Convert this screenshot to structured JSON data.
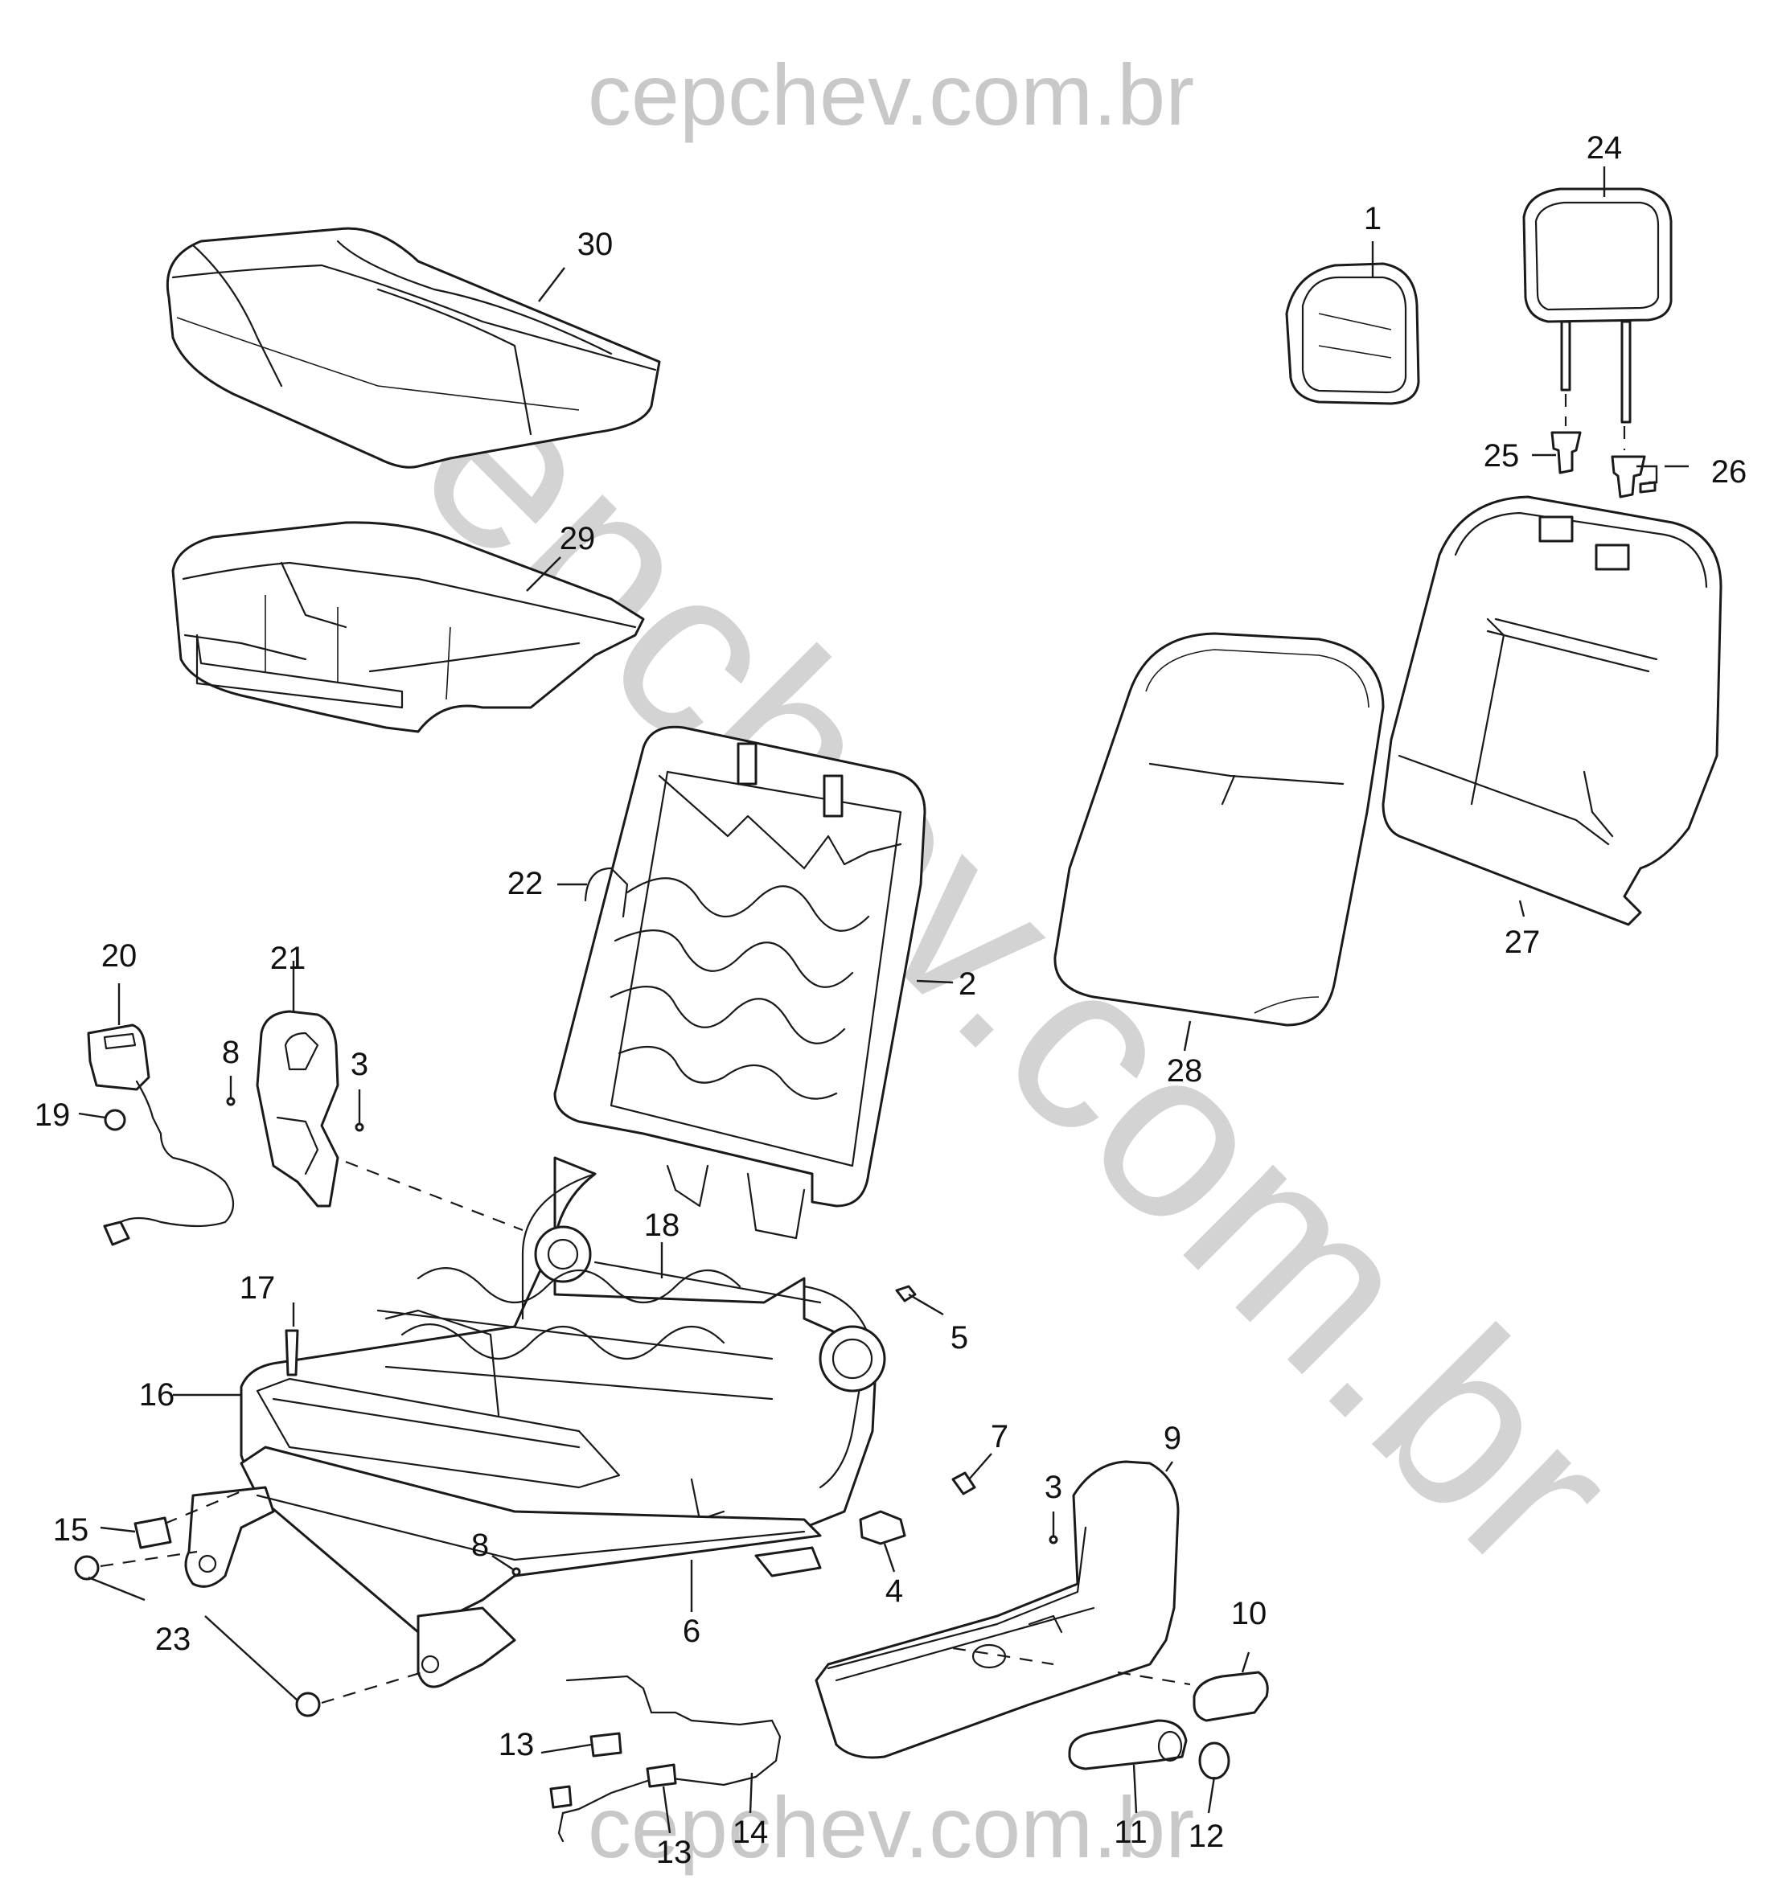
{
  "watermarks": {
    "top": "cepchev.com.br",
    "diagonal": "cepchev.com.br",
    "bottom": "cepchev.com.br"
  },
  "callouts": [
    {
      "id": "1",
      "part": "headrest-compact"
    },
    {
      "id": "2",
      "part": "seatback-frame"
    },
    {
      "id": "3",
      "part": "screw"
    },
    {
      "id": "3",
      "part": "screw"
    },
    {
      "id": "4",
      "part": "bracket"
    },
    {
      "id": "5",
      "part": "bolt"
    },
    {
      "id": "6",
      "part": "seat-track"
    },
    {
      "id": "7",
      "part": "clip"
    },
    {
      "id": "8",
      "part": "screw"
    },
    {
      "id": "8",
      "part": "screw"
    },
    {
      "id": "9",
      "part": "side-trim-cover"
    },
    {
      "id": "10",
      "part": "lever-handle"
    },
    {
      "id": "11",
      "part": "recliner-handle"
    },
    {
      "id": "12",
      "part": "knob"
    },
    {
      "id": "13",
      "part": "connector"
    },
    {
      "id": "13",
      "part": "connector"
    },
    {
      "id": "14",
      "part": "wiring-harness"
    },
    {
      "id": "15",
      "part": "clip"
    },
    {
      "id": "16",
      "part": "seat-cushion-frame"
    },
    {
      "id": "17",
      "part": "pin"
    },
    {
      "id": "18",
      "part": "cushion-springs"
    },
    {
      "id": "19",
      "part": "nut"
    },
    {
      "id": "20",
      "part": "seat-belt-buckle"
    },
    {
      "id": "21",
      "part": "inner-trim-cover"
    },
    {
      "id": "22",
      "part": "wire-clip"
    },
    {
      "id": "23",
      "part": "bolt"
    },
    {
      "id": "24",
      "part": "headrest"
    },
    {
      "id": "25",
      "part": "headrest-guide"
    },
    {
      "id": "26",
      "part": "headrest-guide-with-lock"
    },
    {
      "id": "27",
      "part": "seatback-pad"
    },
    {
      "id": "28",
      "part": "seatback-cover"
    },
    {
      "id": "29",
      "part": "seat-cushion-pad"
    },
    {
      "id": "30",
      "part": "seat-cushion-cover"
    }
  ]
}
